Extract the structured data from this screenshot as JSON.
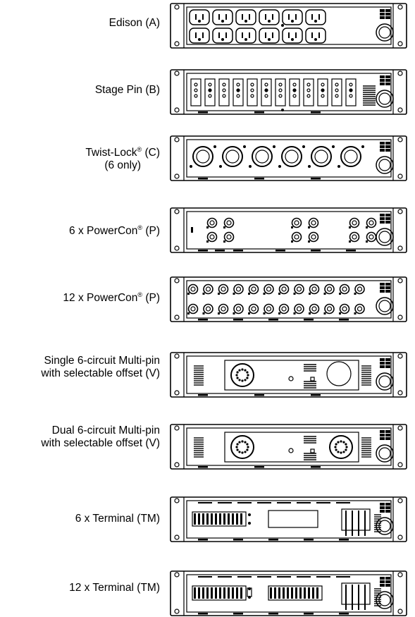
{
  "options": [
    {
      "id": "edison",
      "lines": [
        "Edison (A)"
      ],
      "type": "edison"
    },
    {
      "id": "stage-pin",
      "lines": [
        "Stage Pin (B)"
      ],
      "type": "stagepin"
    },
    {
      "id": "twist-lock",
      "lines": [
        "Twist-Lock® (C)",
        "(6 only)"
      ],
      "type": "twistlock"
    },
    {
      "id": "powercon-6",
      "lines": [
        "6 x PowerCon® (P)"
      ],
      "type": "powercon6"
    },
    {
      "id": "powercon-12",
      "lines": [
        "12 x PowerCon® (P)"
      ],
      "type": "powercon12"
    },
    {
      "id": "multipin-single",
      "lines": [
        "Single 6-circuit Multi-pin",
        "with selectable offset (V)"
      ],
      "type": "multipin1"
    },
    {
      "id": "multipin-dual",
      "lines": [
        "Dual 6-circuit Multi-pin",
        "with selectable offset (V)"
      ],
      "type": "multipin2"
    },
    {
      "id": "terminal-6",
      "lines": [
        "6 x Terminal (TM)"
      ],
      "type": "terminal6"
    },
    {
      "id": "terminal-12",
      "lines": [
        "12 x Terminal (TM)"
      ],
      "type": "terminal12"
    }
  ]
}
